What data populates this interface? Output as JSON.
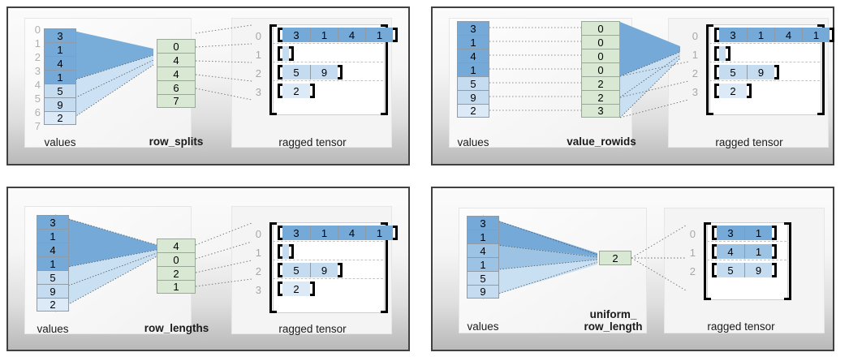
{
  "colors": {
    "blue_dark": "#74a9d8",
    "blue_mid": "#9cc3e4",
    "blue_light": "#c5dcf0",
    "blue_pale": "#dceaf7",
    "green": "#d8e8d3",
    "panel_border": "#404040",
    "index_text": "#b0b0b0",
    "dash": "#c4c4c4"
  },
  "labels": {
    "values": "values",
    "ragged_tensor": "ragged tensor"
  },
  "panels": [
    {
      "id": "row_splits",
      "encoding_label": "row_splits",
      "values_label": "values",
      "ragged_label": "ragged tensor",
      "values": [
        "3",
        "1",
        "4",
        "1",
        "5",
        "9",
        "2"
      ],
      "values_shades": [
        "dark",
        "dark",
        "dark",
        "dark",
        "light",
        "light",
        "pale"
      ],
      "value_indices": [
        "0",
        "1",
        "2",
        "3",
        "4",
        "5",
        "6",
        "7"
      ],
      "show_value_indices": true,
      "encoding_values": [
        "0",
        "4",
        "4",
        "6",
        "7"
      ],
      "ragged_rows": [
        {
          "index": "0",
          "cells": [
            "3",
            "1",
            "4",
            "1"
          ],
          "shade": "dark"
        },
        {
          "index": "1",
          "cells": [],
          "shade": "light"
        },
        {
          "index": "2",
          "cells": [
            "5",
            "9"
          ],
          "shade": "light"
        },
        {
          "index": "3",
          "cells": [
            "2"
          ],
          "shade": "pale"
        }
      ]
    },
    {
      "id": "value_rowids",
      "encoding_label": "value_rowids",
      "values_label": "values",
      "ragged_label": "ragged tensor",
      "values": [
        "3",
        "1",
        "4",
        "1",
        "5",
        "9",
        "2"
      ],
      "values_shades": [
        "dark",
        "dark",
        "dark",
        "dark",
        "light",
        "light",
        "pale"
      ],
      "value_indices": [],
      "show_value_indices": false,
      "encoding_values": [
        "0",
        "0",
        "0",
        "0",
        "2",
        "2",
        "3"
      ],
      "ragged_rows": [
        {
          "index": "0",
          "cells": [
            "3",
            "1",
            "4",
            "1"
          ],
          "shade": "dark"
        },
        {
          "index": "1",
          "cells": [],
          "shade": "light"
        },
        {
          "index": "2",
          "cells": [
            "5",
            "9"
          ],
          "shade": "light"
        },
        {
          "index": "3",
          "cells": [
            "2"
          ],
          "shade": "pale"
        }
      ]
    },
    {
      "id": "row_lengths",
      "encoding_label": "row_lengths",
      "values_label": "values",
      "ragged_label": "ragged tensor",
      "values": [
        "3",
        "1",
        "4",
        "1",
        "5",
        "9",
        "2"
      ],
      "values_shades": [
        "dark",
        "dark",
        "dark",
        "dark",
        "light",
        "light",
        "pale"
      ],
      "value_indices": [],
      "show_value_indices": false,
      "encoding_values": [
        "4",
        "0",
        "2",
        "1"
      ],
      "ragged_rows": [
        {
          "index": "0",
          "cells": [
            "3",
            "1",
            "4",
            "1"
          ],
          "shade": "dark"
        },
        {
          "index": "1",
          "cells": [],
          "shade": "light"
        },
        {
          "index": "2",
          "cells": [
            "5",
            "9"
          ],
          "shade": "light"
        },
        {
          "index": "3",
          "cells": [
            "2"
          ],
          "shade": "pale"
        }
      ]
    },
    {
      "id": "uniform_row_length",
      "encoding_label": "uniform_\nrow_length",
      "values_label": "values",
      "ragged_label": "ragged tensor",
      "values": [
        "3",
        "1",
        "4",
        "1",
        "5",
        "9"
      ],
      "values_shades": [
        "dark",
        "dark",
        "mid",
        "mid",
        "light",
        "light"
      ],
      "value_indices": [],
      "show_value_indices": false,
      "encoding_values": [
        "2"
      ],
      "ragged_rows": [
        {
          "index": "0",
          "cells": [
            "3",
            "1"
          ],
          "shade": "dark"
        },
        {
          "index": "1",
          "cells": [
            "4",
            "1"
          ],
          "shade": "mid"
        },
        {
          "index": "2",
          "cells": [
            "5",
            "9"
          ],
          "shade": "light"
        }
      ]
    }
  ]
}
